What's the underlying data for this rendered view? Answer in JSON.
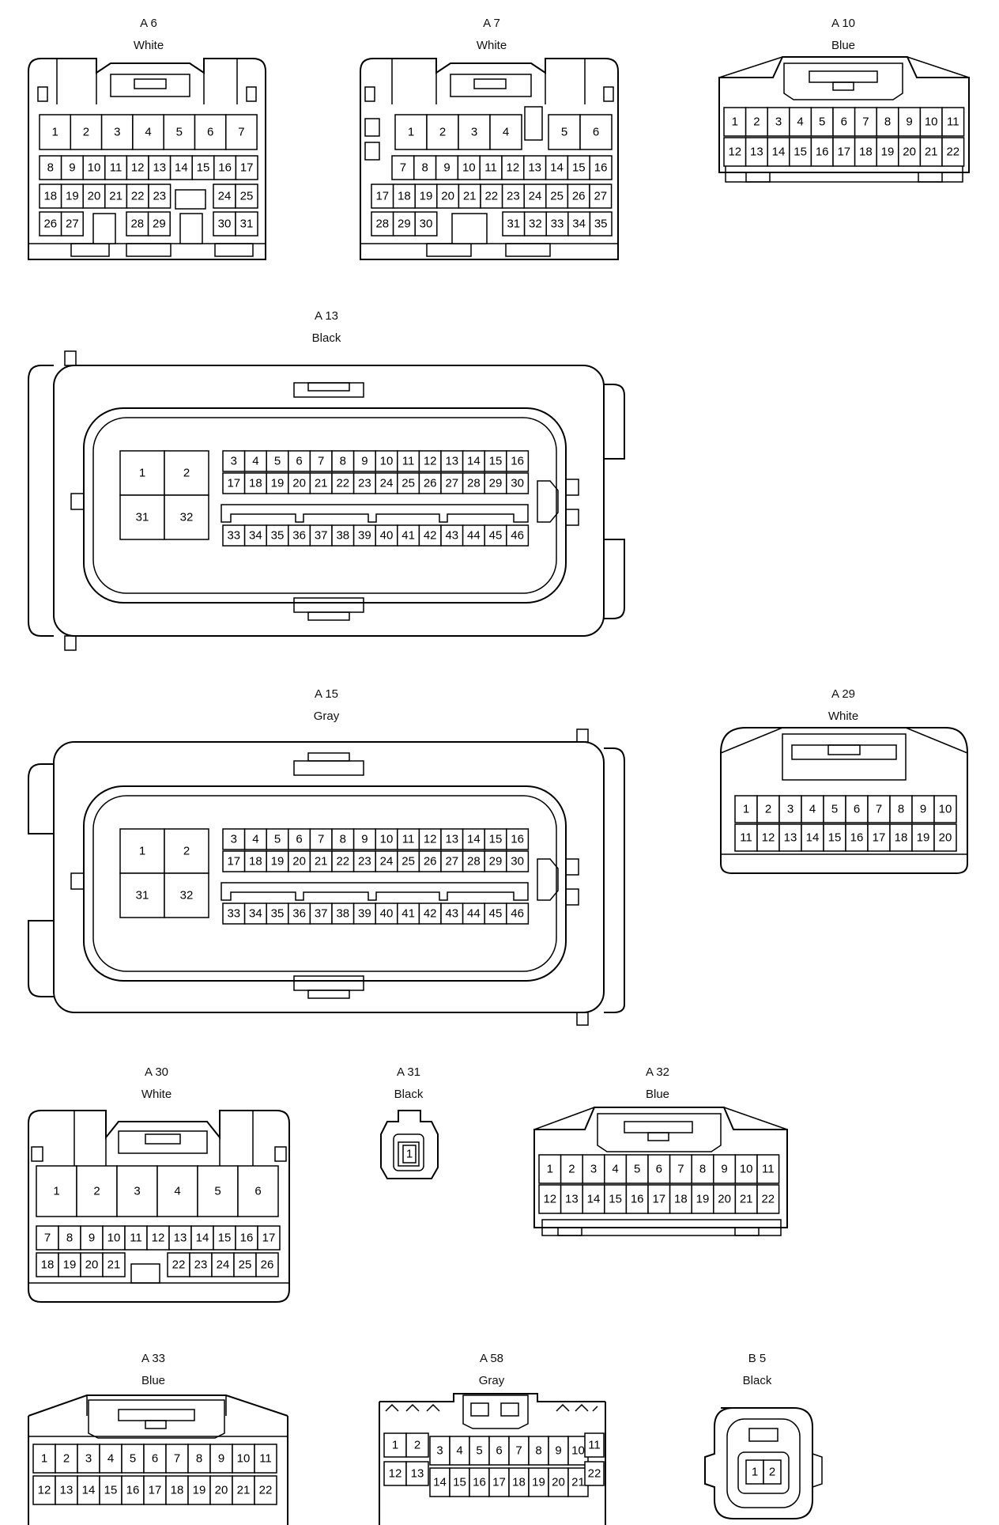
{
  "connectors": [
    {
      "id": "A 6",
      "color": "White"
    },
    {
      "id": "A 7",
      "color": "White"
    },
    {
      "id": "A 10",
      "color": "Blue"
    },
    {
      "id": "A 13",
      "color": "Black"
    },
    {
      "id": "A 15",
      "color": "Gray"
    },
    {
      "id": "A 29",
      "color": "White"
    },
    {
      "id": "A 30",
      "color": "White"
    },
    {
      "id": "A 31",
      "color": "Black"
    },
    {
      "id": "A 32",
      "color": "Blue"
    },
    {
      "id": "A 33",
      "color": "Blue"
    },
    {
      "id": "A 58",
      "color": "Gray"
    },
    {
      "id": "B 5",
      "color": "Black"
    }
  ]
}
